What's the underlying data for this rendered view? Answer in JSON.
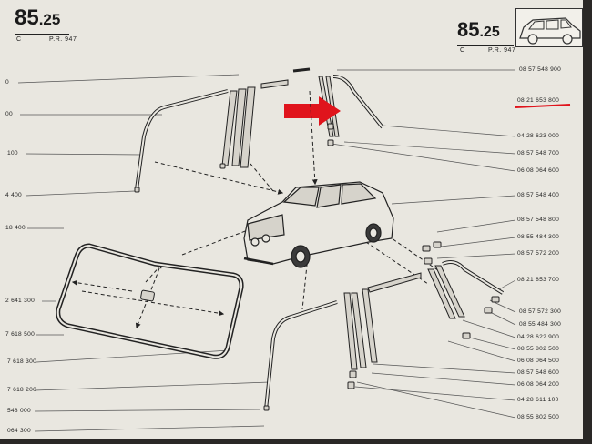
{
  "header": {
    "page_left": {
      "main": "85",
      "sub": ".25",
      "code": "C",
      "pr": "P.R. 947"
    },
    "page_right": {
      "main": "85",
      "sub": ".25",
      "code": "C",
      "pr": "P.R. 947"
    }
  },
  "left_refs": [
    "0",
    "00",
    "100",
    "4 400",
    "18 400",
    "2 641 300",
    "7 618 500",
    "7 618 300",
    "7 618 200",
    "548 000",
    "064 300"
  ],
  "right_refs": [
    "08 57 548 900",
    "08 21 653 800",
    "04 28 623 000",
    "08 57 548 700",
    "06 08 064 600",
    "08 57 548 400",
    "08 57 548 800",
    "08 55 484 300",
    "08 57 572 200",
    "08 21 853 700",
    "08 57 572 300",
    "08 55 484 300",
    "04 28 622 900",
    "08 55 802 500",
    "06 08 064 500",
    "08 57 548 600",
    "06 08 064 200",
    "04 28 611 100",
    "08 55 802 500"
  ],
  "colors": {
    "highlight": "#e0141c",
    "ink": "#2a2a2a",
    "paper": "#e9e7e0"
  }
}
